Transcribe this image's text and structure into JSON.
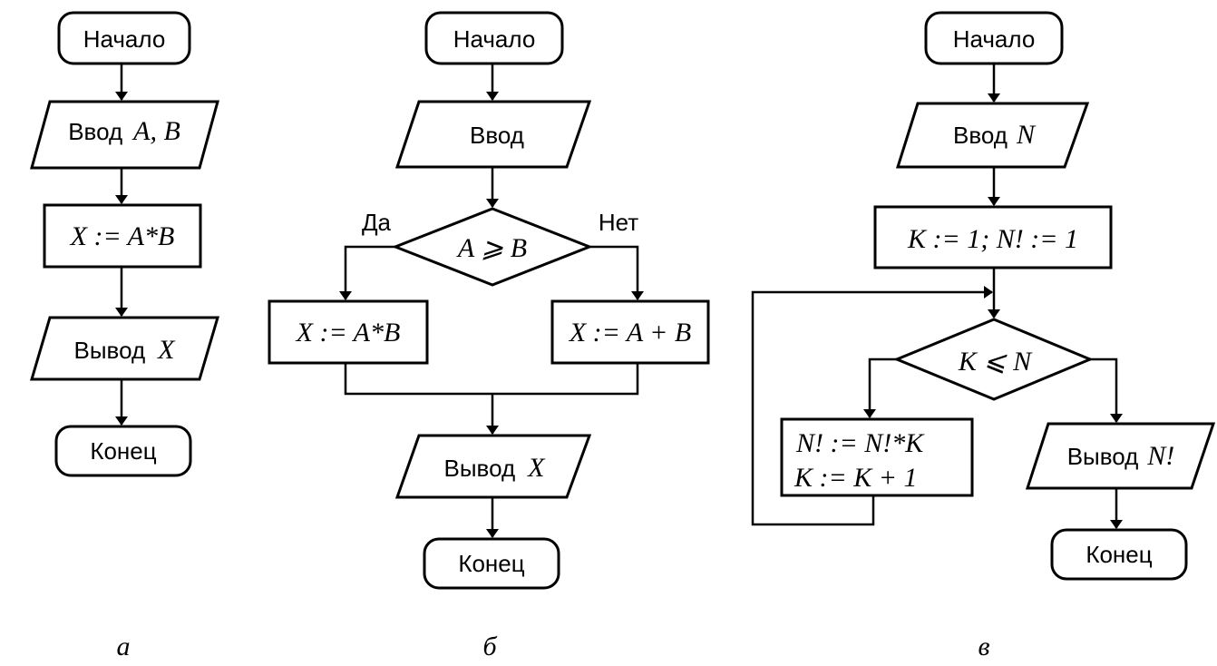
{
  "diagram_a": {
    "start": "Начало",
    "input_word": "Ввод",
    "input_vars": "A,  B",
    "process": "X := A*B",
    "output_word": "Вывод",
    "output_var": "X",
    "end": "Конец",
    "caption": "а"
  },
  "diagram_b": {
    "start": "Начало",
    "input": "Ввод",
    "condition": "A ⩾ B",
    "yes_label": "Да",
    "no_label": "Нет",
    "yes_process": "X := A*B",
    "no_process": "X := A + B",
    "output_word": "Вывод",
    "output_var": "X",
    "end": "Конец",
    "caption": "б"
  },
  "diagram_c": {
    "start": "Начало",
    "input_word": "Ввод",
    "input_var": "N",
    "init": "K := 1;  N! := 1",
    "condition": "K ⩽ N",
    "loop_line1": "N! := N!*K",
    "loop_line2": "K := K + 1",
    "output_word": "Вывод",
    "output_var": "N!",
    "end": "Конец",
    "caption": "в"
  }
}
